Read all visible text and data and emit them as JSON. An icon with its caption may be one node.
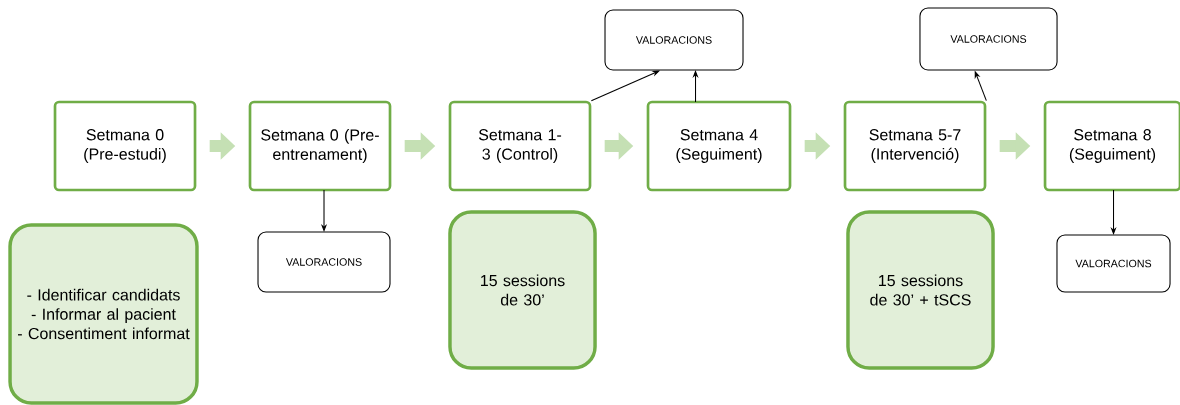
{
  "diagram": {
    "nodes": [
      {
        "text": [
          "Setmana 0 (Pre-estudi)"
        ]
      },
      {
        "text": [
          "Setmana 0 (Pre- entrenament)"
        ]
      },
      {
        "text": [
          "Setmana 1-3 (Control)"
        ]
      },
      {
        "text": [
          "Setmana 4 (Seguiment)"
        ]
      },
      {
        "text": [
          "Setmana 5-7 (Intervenció)"
        ]
      },
      {
        "text": [
          "Setmana 8 (Seguiment)"
        ]
      },
      {
        "text": [
          "- Identificar candidats",
          "- Informar al pacient",
          "- Consentiment informat"
        ]
      },
      {
        "text": [
          "VALORACIONS"
        ]
      },
      {
        "text": [
          "15 sessions de 30’"
        ]
      },
      {
        "text": [
          "VALORACIONS"
        ]
      },
      {
        "text": [
          "15 sessions de 30’ + tSCS"
        ]
      },
      {
        "text": [
          "VALORACIONS"
        ]
      },
      {
        "text": [
          "VALORACIONS"
        ]
      }
    ],
    "edges": [
      {
        "from": 0,
        "to": 1,
        "arrow": "to",
        "style": "thick",
        "color": "#c5e0b4"
      },
      {
        "from": 1,
        "to": 2,
        "arrow": "to",
        "style": "thick",
        "color": "#c5e0b4"
      },
      {
        "from": 2,
        "to": 3,
        "arrow": "to",
        "style": "thick",
        "color": "#c5e0b4"
      },
      {
        "from": 3,
        "to": 4,
        "arrow": "to",
        "style": "thick",
        "color": "#c5e0b4"
      },
      {
        "from": 4,
        "to": 5,
        "arrow": "to",
        "style": "thick",
        "color": "#c5e0b4"
      },
      {
        "from": 1,
        "to": 7,
        "arrow": "to",
        "color": "#000000"
      },
      {
        "from": 2,
        "to": 9,
        "arrow": "to",
        "color": "#000000"
      },
      {
        "from": 3,
        "to": 9,
        "arrow": "to",
        "color": "#000000"
      },
      {
        "from": 4,
        "to": 11,
        "arrow": "to",
        "color": "#000000"
      },
      {
        "from": 5,
        "to": 12,
        "arrow": "to",
        "color": "#000000"
      }
    ]
  }
}
